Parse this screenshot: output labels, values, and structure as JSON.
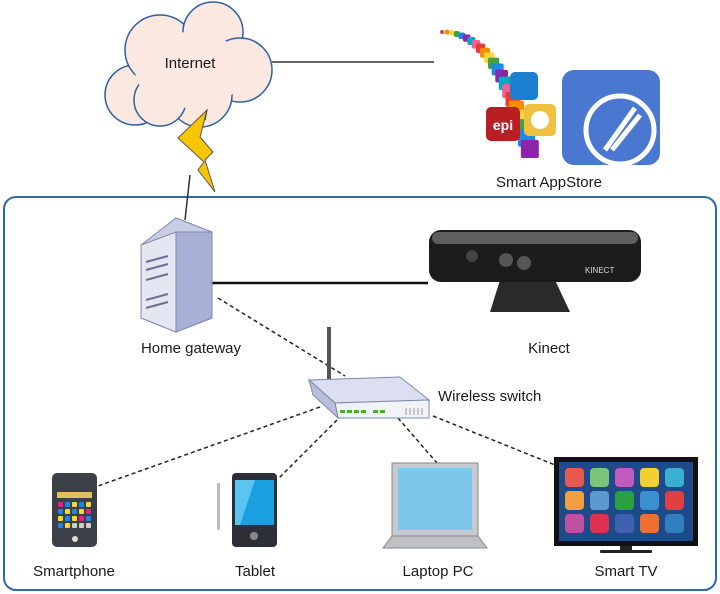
{
  "nodes": {
    "internet": {
      "label": "Internet"
    },
    "appstore": {
      "label": "Smart AppStore",
      "app_icon_text": "epi"
    },
    "gateway": {
      "label": "Home gateway"
    },
    "kinect": {
      "label": "Kinect",
      "logo_text": "KINECT"
    },
    "switch": {
      "label": "Wireless switch"
    },
    "smartphone": {
      "label": "Smartphone"
    },
    "tablet": {
      "label": "Tablet"
    },
    "laptop": {
      "label": "Laptop PC"
    },
    "smarttv": {
      "label": "Smart TV"
    }
  },
  "colors": {
    "home_border": "#2f6aa8",
    "cloud_fill": "#fbe8e0",
    "cloud_stroke": "#2f5fa0",
    "bolt": "#f7c600",
    "appstore_blue": "#4a78d0"
  }
}
